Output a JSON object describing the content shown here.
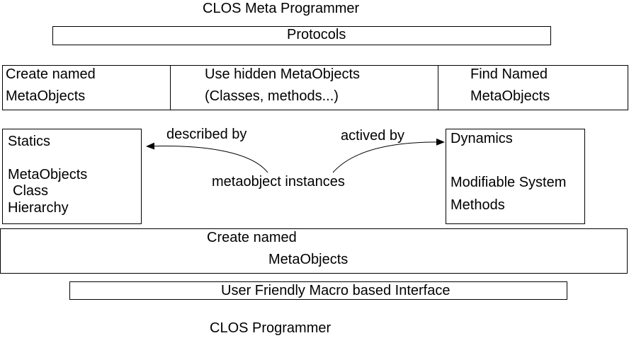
{
  "top_title": "CLOS Meta Programmer",
  "protocols_label": "Protocols",
  "row1": {
    "left": [
      "Create named",
      "MetaObjects"
    ],
    "middle": [
      "Use hidden MetaObjects",
      "(Classes, methods...)"
    ],
    "right": [
      "Find Named",
      "MetaObjects"
    ]
  },
  "statics": {
    "title": "Statics",
    "lines": [
      "MetaObjects",
      "Class",
      "Hierarchy"
    ]
  },
  "dynamics": {
    "title": "Dynamics",
    "lines": [
      "Modifiable System",
      "Methods"
    ]
  },
  "center_label": "metaobject instances",
  "described_by": "described by",
  "actived_by": "actived by",
  "create_named_box": [
    "Create named",
    "MetaObjects"
  ],
  "macro_interface": "User Friendly Macro based Interface",
  "bottom_title": "CLOS Programmer",
  "colors": {
    "stroke": "#000000",
    "background": "#ffffff",
    "text": "#000000"
  }
}
